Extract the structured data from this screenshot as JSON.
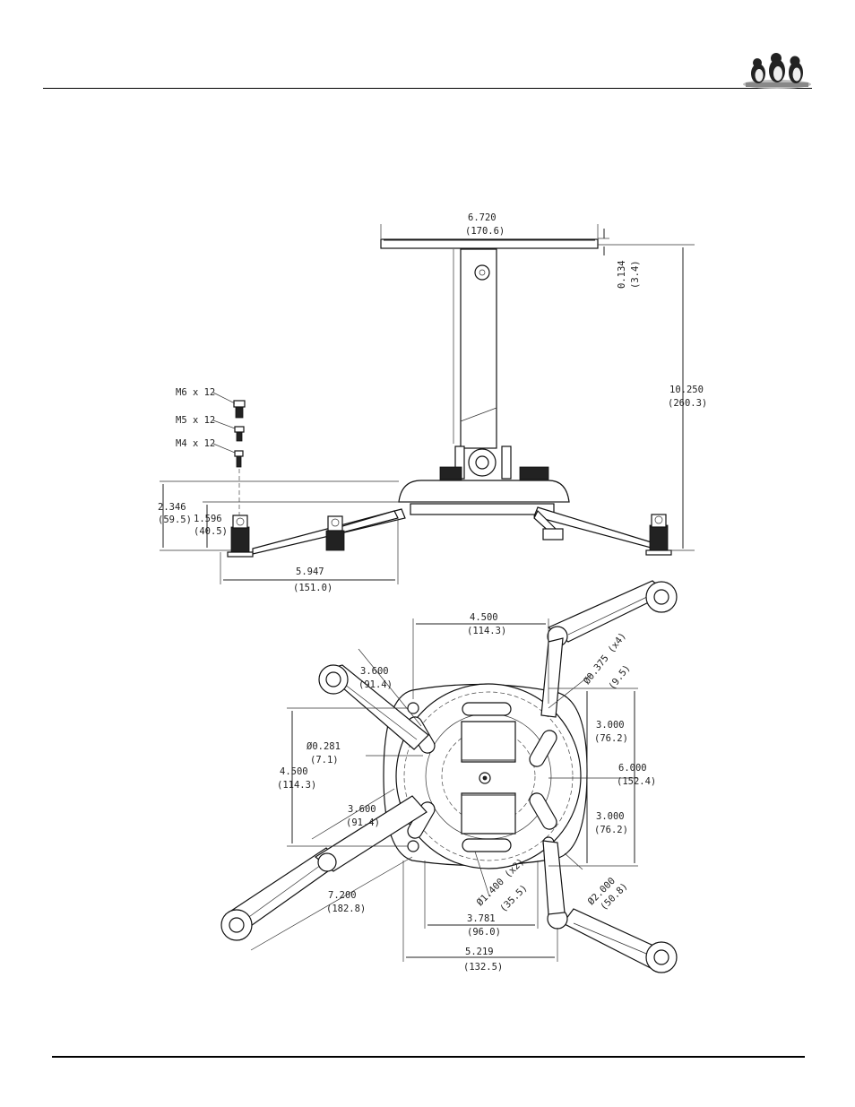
{
  "side_view": {
    "width_in": "6.720",
    "width_mm": "(170.6)",
    "plate_in": "0.134",
    "plate_mm": "(3.4)",
    "height_in": "10.250",
    "height_mm": "(260.3)",
    "screw_m6": "M6 x 12",
    "screw_m5": "M5 x 12",
    "screw_m4": "M4 x 12",
    "h1_in": "2.346",
    "h1_mm": "(59.5)",
    "h2_in": "1.596",
    "h2_mm": "(40.5)",
    "reach_in": "5.947",
    "reach_mm": "(151.0)"
  },
  "bottom_view": {
    "top_in": "4.500",
    "top_mm": "(114.3)",
    "hole4_in": "Ø0.375 (x4)",
    "hole4_mm": "(9.5)",
    "arm1_in": "3.600",
    "arm1_mm": "(91.4)",
    "hole_in": "Ø0.281",
    "hole_mm": "(7.1)",
    "left_in": "4.500",
    "left_mm": "(114.3)",
    "arm2_in": "3.600",
    "arm2_mm": "(91.4)",
    "upper_in": "3.000",
    "upper_mm": "(76.2)",
    "total_in": "6.000",
    "total_mm": "(152.4)",
    "lower_in": "3.000",
    "lower_mm": "(76.2)",
    "arm3_in": "7.200",
    "arm3_mm": "(182.8)",
    "slot_in": "Ø1.400 (x2)",
    "slot_mm": "(35.5)",
    "circ_in": "Ø2.000",
    "circ_mm": "(50.8)",
    "mid_in": "3.781",
    "mid_mm": "(96.0)",
    "bottom_in": "5.219",
    "bottom_mm": "(132.5)"
  }
}
